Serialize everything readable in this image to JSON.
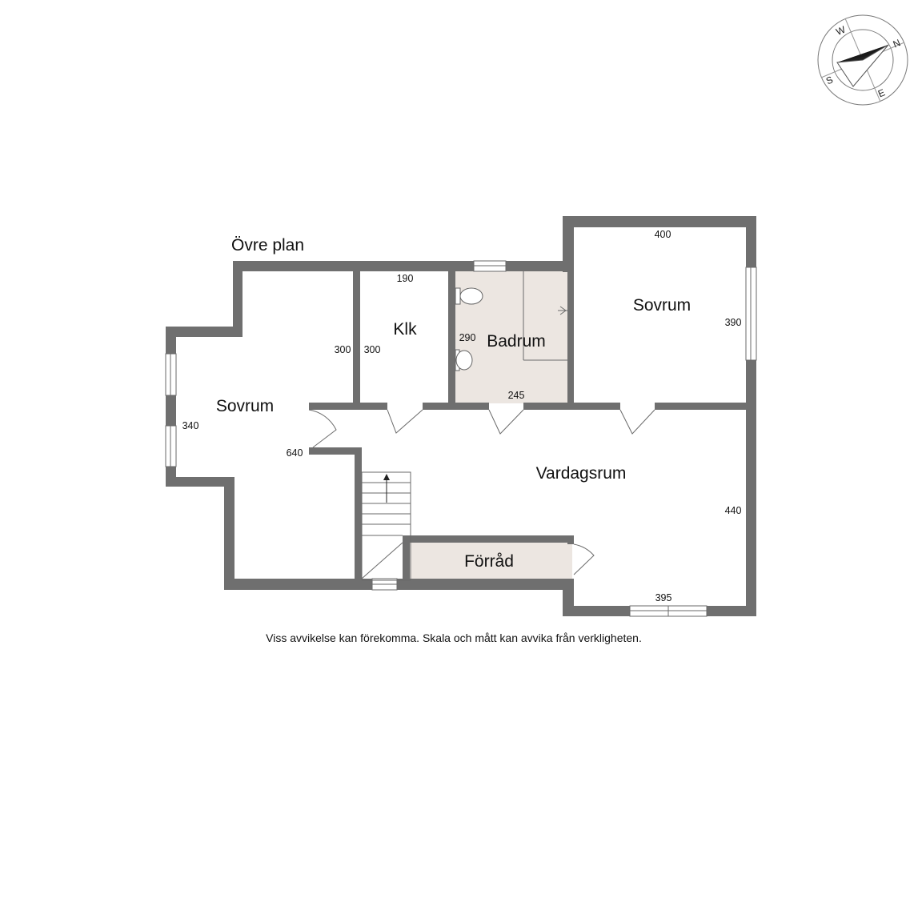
{
  "floor_title": "Övre plan",
  "disclaimer": "Viss avvikelse kan förekomma. Skala och mått kan avvika från verkligheten.",
  "colors": {
    "wall": "#6f6f6f",
    "wet_room_floor": "#ece6e1",
    "storage_floor": "#ece6e1",
    "background": "#ffffff"
  },
  "compass": {
    "north": "N",
    "east": "E",
    "south": "S",
    "west": "W"
  },
  "rooms": {
    "sovrum_left": {
      "label": "Sovrum",
      "dims": [
        "340",
        "640"
      ]
    },
    "klk": {
      "label": "Klk",
      "dims": [
        "190",
        "300",
        "300"
      ]
    },
    "badrum": {
      "label": "Badrum",
      "dims": [
        "290",
        "245"
      ]
    },
    "sovrum_right": {
      "label": "Sovrum",
      "dims": [
        "400",
        "390"
      ]
    },
    "vardagsrum": {
      "label": "Vardagsrum",
      "dims": [
        "440",
        "395"
      ]
    },
    "forrad": {
      "label": "Förråd"
    }
  },
  "icons": [
    "compass-icon",
    "toilet-icon",
    "sink-icon",
    "shower-icon",
    "stairs-up-arrow-icon"
  ]
}
